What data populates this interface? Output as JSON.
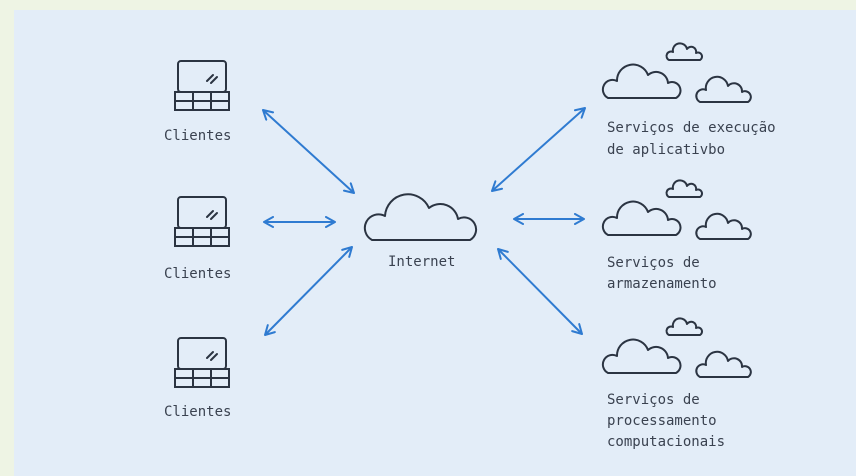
{
  "diagram": {
    "clients": [
      {
        "label": "Clientes"
      },
      {
        "label": "Clientes"
      },
      {
        "label": "Clientes"
      }
    ],
    "center": {
      "label": "Internet"
    },
    "services": [
      {
        "line1": "Serviços de execução",
        "line2": "de aplicativbo",
        "line3": ""
      },
      {
        "line1": "Serviços de",
        "line2": "armazenamento",
        "line3": ""
      },
      {
        "line1": "Serviços de",
        "line2": "processamento",
        "line3": "computacionais"
      }
    ],
    "colors": {
      "background": "#e3edf8",
      "arrow": "#2f7bd1",
      "icon_stroke": "#2b3442",
      "text": "#3a4250"
    },
    "icons": {
      "client": "laptop-icon",
      "center": "cloud-icon",
      "service": "cloud-cluster-icon"
    }
  }
}
